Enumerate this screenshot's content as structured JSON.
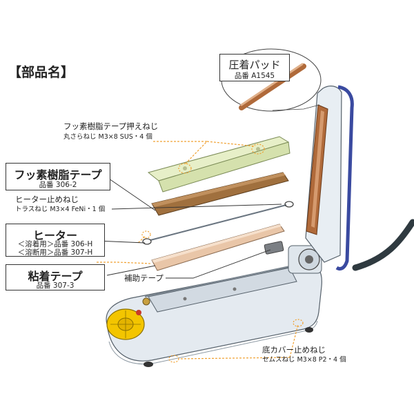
{
  "heading": "【部品名】",
  "pressure_pad": {
    "title": "圧着パッド",
    "part": "品番 A1545"
  },
  "screw_fluoro": {
    "title": "フッ素樹脂テープ押えねじ",
    "spec": "丸さらねじ M3×8 SUS・4 個"
  },
  "fluoro_tape": {
    "title": "フッ素樹脂テープ",
    "part": "品番 306-2"
  },
  "heater_screw": {
    "title": "ヒーター止めねじ",
    "spec": "トラスねじ M3×4 FeNi・1 個"
  },
  "heater": {
    "title": "ヒーター",
    "line1": "＜溶着用＞品番 306-H",
    "line2": "＜溶断用＞品番 307-H"
  },
  "adhesive_tape": {
    "title": "粘着テープ",
    "part": "品番 307-3"
  },
  "aux_tape": {
    "title": "補助テープ"
  },
  "bottom_cover_screw": {
    "title": "底カバー止めねじ",
    "spec": "セムスねじ M3×8 P2・4 個"
  },
  "colors": {
    "leader": "#f0a030",
    "line": "#333333",
    "body": "#e4eaf0",
    "tape": "#a0703e",
    "pad": "#d59a6e",
    "dial": "#f3c500",
    "frame": "#3a4aa0"
  }
}
